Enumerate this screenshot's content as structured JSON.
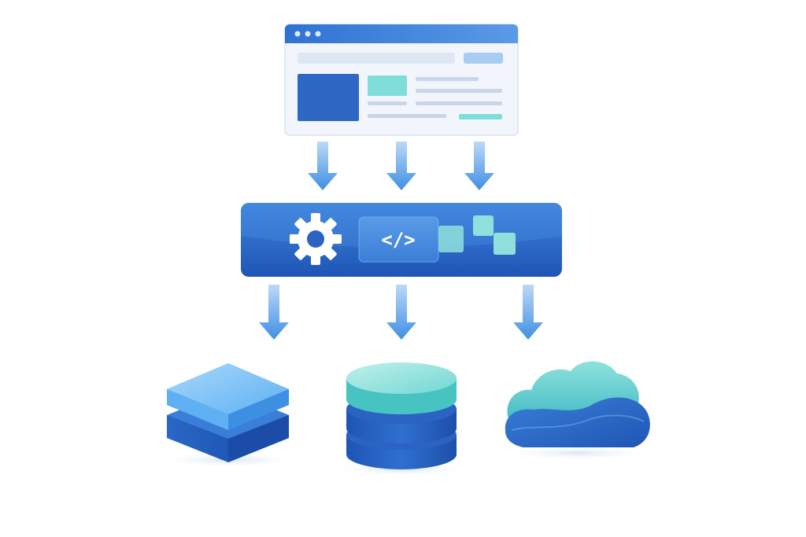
{
  "diagram": {
    "top": {
      "name": "browser-window-icon",
      "colors": {
        "chrome": "#3f86dd",
        "panel": "#f2f6fc",
        "image": "#2e67c4",
        "accent": "#7fded8",
        "line": "#c9d6e8",
        "button": "#a9cdf2"
      }
    },
    "middle": {
      "name": "service-layer-bar",
      "icons": [
        "gear-icon",
        "code-icon",
        "module-blocks-icon"
      ],
      "colors": {
        "bar": "#2d68c8",
        "bar_light": "#3f84dd",
        "code_box": "#4a8fe0",
        "block": "#8fe0dc"
      }
    },
    "bottom": [
      {
        "name": "layers-stack-icon",
        "colors": {
          "top": "#7fc3f6",
          "bottom": "#1e57b8"
        }
      },
      {
        "name": "database-icon",
        "colors": {
          "top": "#9fe7e2",
          "body": "#2460c0"
        }
      },
      {
        "name": "cloud-icon",
        "colors": {
          "light": "#6fd2cf",
          "dark": "#2a63c2"
        }
      }
    ],
    "arrows": {
      "top_to_middle": 3,
      "middle_to_bottom": 3,
      "color": "#3f8fe3"
    },
    "code_symbol": "</>"
  }
}
